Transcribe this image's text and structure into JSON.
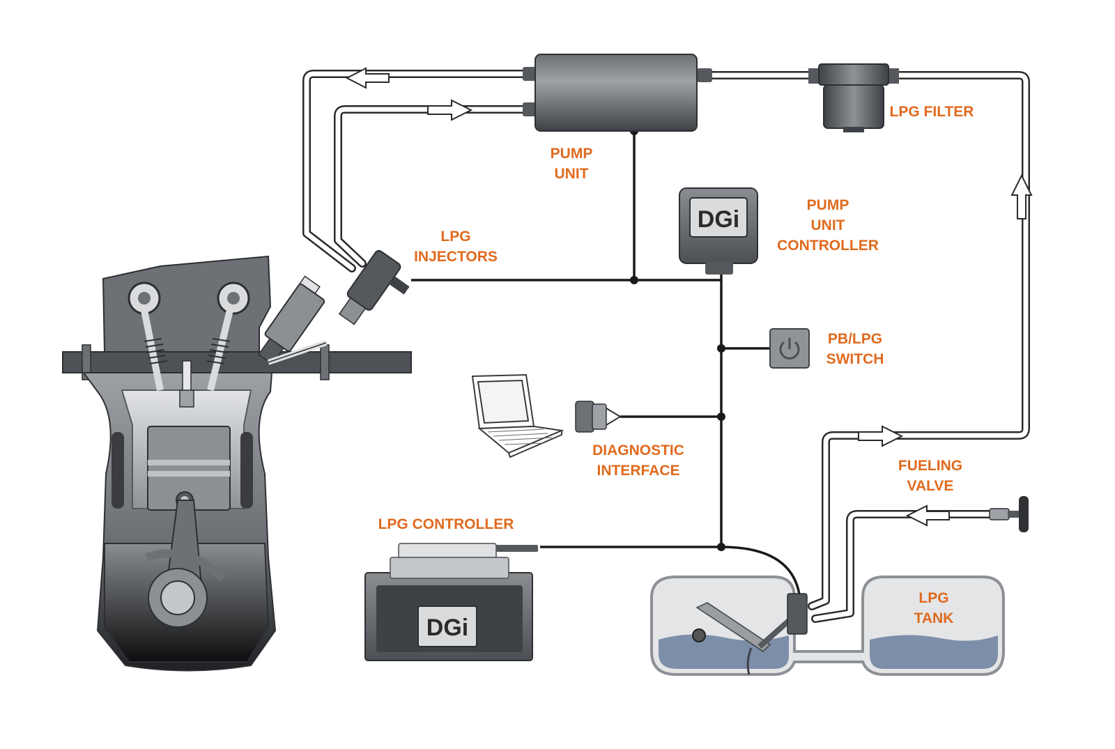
{
  "colors": {
    "label": "#e06a1e",
    "wire": "#1a1a1a",
    "metal_dark": "#4a4d51",
    "metal_mid": "#7d8186",
    "metal_light": "#c3c6ca",
    "liquid": "#7d8ea8",
    "background": "#ffffff"
  },
  "labels": {
    "pump_unit": [
      "PUMP",
      "UNIT"
    ],
    "lpg_filter": "LPG FILTER",
    "pump_unit_controller": [
      "PUMP",
      "UNIT",
      "CONTROLLER"
    ],
    "lpg_injectors": [
      "LPG",
      "INJECTORS"
    ],
    "pb_lpg_switch": [
      "PB/LPG",
      "SWITCH"
    ],
    "diagnostic_interface": [
      "DIAGNOSTIC",
      "INTERFACE"
    ],
    "fueling_valve": [
      "FUELING",
      "VALVE"
    ],
    "lpg_controller": "LPG CONTROLLER",
    "lpg_tank": [
      "LPG",
      "TANK"
    ]
  },
  "logo": {
    "text": "DGi"
  },
  "icons": {
    "switch": "power-icon",
    "laptop": "laptop-icon",
    "arrows": "flow-arrow-icon"
  }
}
